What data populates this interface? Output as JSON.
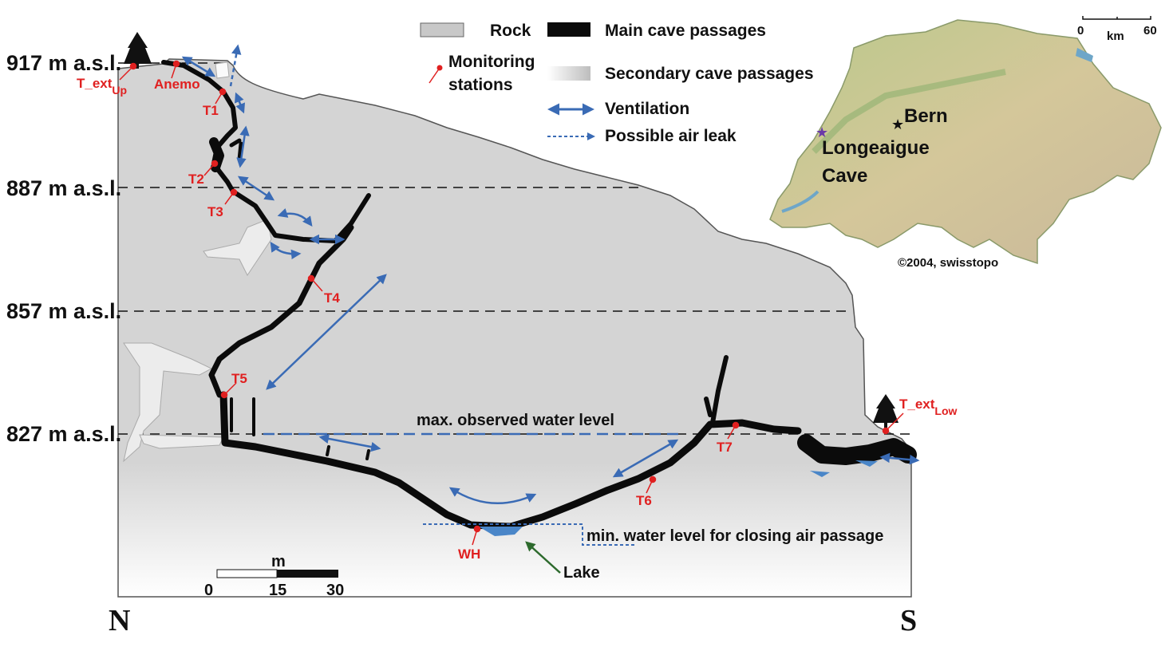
{
  "elevations": [
    "917 m a.s.l.",
    "887 m a.s.l.",
    "857 m a.s.l.",
    "827 m a.s.l."
  ],
  "stations": {
    "t_ext_up": {
      "main": "T_ext",
      "sub": "Up"
    },
    "anemo": "Anemo",
    "t1": "T1",
    "t2": "T2",
    "t3": "T3",
    "t4": "T4",
    "t5": "T5",
    "t6": "T6",
    "t7": "T7",
    "wh": "WH",
    "t_ext_low": {
      "main": "T_ext",
      "sub": "Low"
    }
  },
  "legend": {
    "rock": "Rock",
    "main_passages": "Main cave passages",
    "monitoring_line1": "Monitoring",
    "monitoring_line2": "stations",
    "secondary_passages": "Secondary cave passages",
    "ventilation": "Ventilation",
    "air_leak": "Possible air leak"
  },
  "annotations": {
    "max_water": "max. observed water level",
    "min_water": "min. water level for closing air passage",
    "lake": "Lake"
  },
  "scale_bar": {
    "unit": "m",
    "ticks": [
      "0",
      "15",
      "30"
    ]
  },
  "compass": {
    "north": "N",
    "south": "S"
  },
  "inset_map": {
    "capital": "Bern",
    "cave_line1": "Longeaigue",
    "cave_line2": "Cave",
    "credit": "©2004, swisstopo",
    "scale": {
      "start": "0",
      "unit": "km",
      "end": "60"
    }
  },
  "colors": {
    "station": "#e02020",
    "ventilation": "#3a6bb5",
    "rock": "#d3d3d3",
    "water": "#4a86c8"
  }
}
